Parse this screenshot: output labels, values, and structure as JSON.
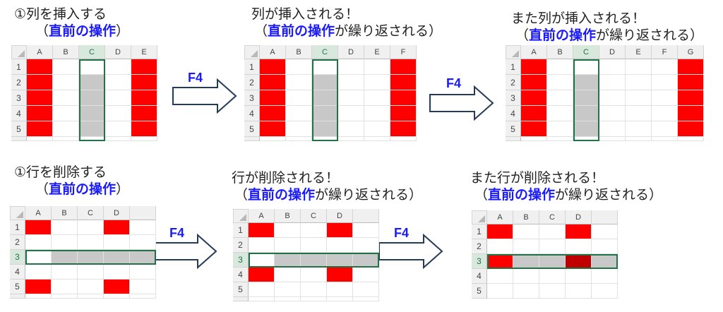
{
  "panels": {
    "col1": {
      "caption": [
        "①列を挿入する",
        "（",
        "直前の操作",
        "）"
      ]
    },
    "col2": {
      "caption": [
        "列が挿入される！",
        "（",
        "直前の操作",
        "が繰り返される）"
      ]
    },
    "col3": {
      "caption": [
        "また列が挿入される！",
        "（",
        "直前の操作",
        "が繰り返される）"
      ]
    },
    "row1": {
      "caption": [
        "①行を削除する",
        "（",
        "直前の操作",
        "）"
      ]
    },
    "row2": {
      "caption": [
        "行が削除される！",
        "（",
        "直前の操作",
        "が繰り返される）"
      ]
    },
    "row3": {
      "caption": [
        "また行が削除される！",
        "（",
        "直前の操作",
        "が繰り返される）"
      ]
    }
  },
  "arrows": {
    "label": "F4"
  },
  "sheets": {
    "col1": {
      "cols": [
        "A",
        "B",
        "C",
        "D",
        "E"
      ],
      "rows": [
        "1",
        "2",
        "3",
        "4",
        "5"
      ],
      "sel_col": "C"
    },
    "col2": {
      "cols": [
        "A",
        "B",
        "C",
        "D",
        "E",
        "F"
      ],
      "rows": [
        "1",
        "2",
        "3",
        "4",
        "5"
      ],
      "sel_col": "C"
    },
    "col3": {
      "cols": [
        "A",
        "B",
        "C",
        "D",
        "E",
        "F",
        "G"
      ],
      "rows": [
        "1",
        "2",
        "3",
        "4",
        "5"
      ],
      "sel_col": "C"
    },
    "row1": {
      "cols": [
        "A",
        "B",
        "C",
        "D"
      ],
      "rows": [
        "1",
        "2",
        "3",
        "4",
        "5"
      ],
      "sel_row": "3"
    },
    "row2": {
      "cols": [
        "A",
        "B",
        "C",
        "D"
      ],
      "rows": [
        "1",
        "2",
        "3",
        "4",
        "5"
      ],
      "sel_row": "3"
    },
    "row3": {
      "cols": [
        "A",
        "B",
        "C",
        "D"
      ],
      "rows": [
        "1",
        "2",
        "3",
        "4",
        "5"
      ],
      "sel_row": "3"
    }
  },
  "colors": {
    "red": "#ff0000",
    "dark_red": "#c00000",
    "gray": "#c8c8c8",
    "select_green": "#217346",
    "highlight_blue": "#1a1aff"
  }
}
